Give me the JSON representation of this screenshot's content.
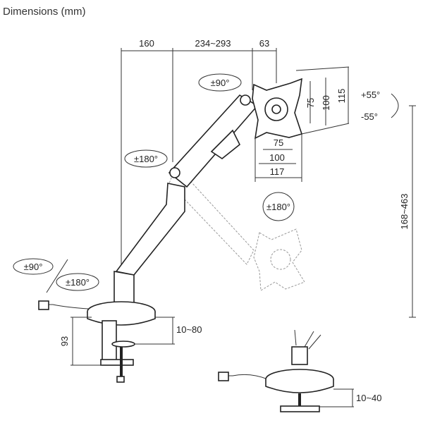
{
  "title": "Dimensions (mm)",
  "dimensions": {
    "top": [
      "160",
      "234~293",
      "63"
    ],
    "vesa_vertical": [
      "75",
      "100",
      "115"
    ],
    "vesa_horizontal": [
      "75",
      "100",
      "117"
    ],
    "height_range": "168~463",
    "clamp_height": "93",
    "clamp_range": "10~80",
    "grommet_range": "10~40"
  },
  "rotations": {
    "head_swivel": "±90°",
    "elbow": "±180°",
    "screen_rotate": "±180°",
    "tilt_up": "+55°",
    "tilt_down": "-55°",
    "base_a": "±90°",
    "base_b": "±180°"
  }
}
